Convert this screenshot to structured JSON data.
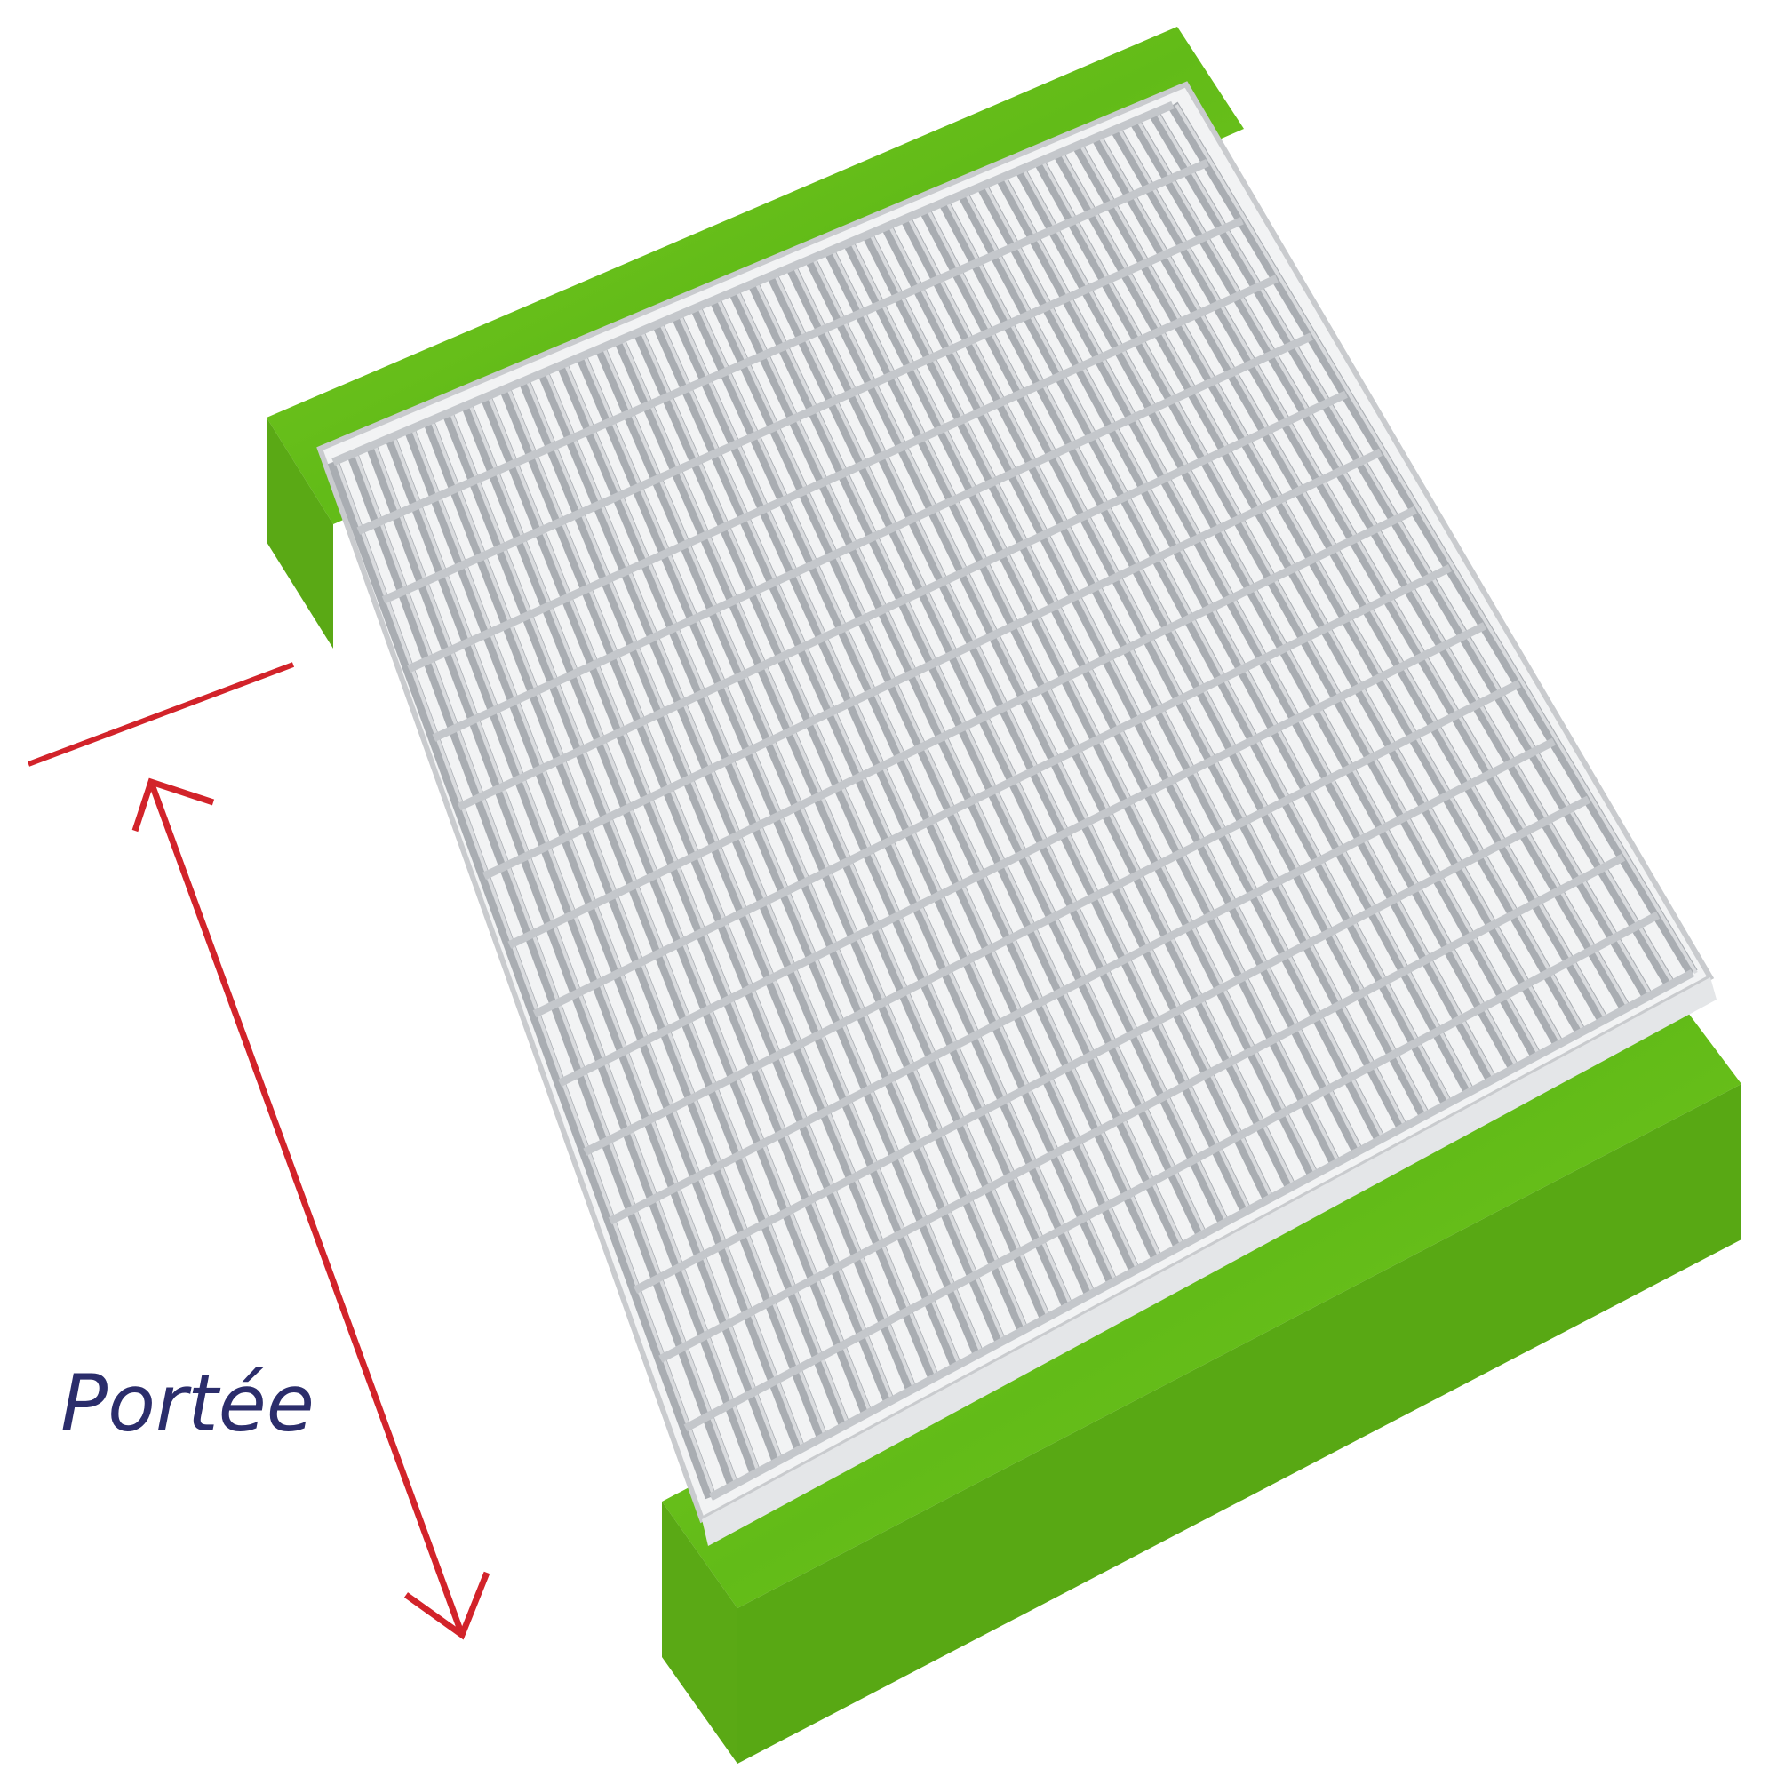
{
  "dimension_label": "Portée",
  "colors": {
    "support_green": "#66c21a",
    "support_green_light": "#8cd42c",
    "support_green_dark": "#4e9c14",
    "grating_steel": "#b9bcc0",
    "grating_steel_dark": "#8f9398",
    "grating_frame": "#d6d8db",
    "dimension_line": "#d2232a",
    "label_color": "#2b2d6b"
  },
  "icons": {
    "dimension_arrow": "double-headed-arrow",
    "grating": "steel-bar-grating",
    "support": "green-support-beam"
  }
}
